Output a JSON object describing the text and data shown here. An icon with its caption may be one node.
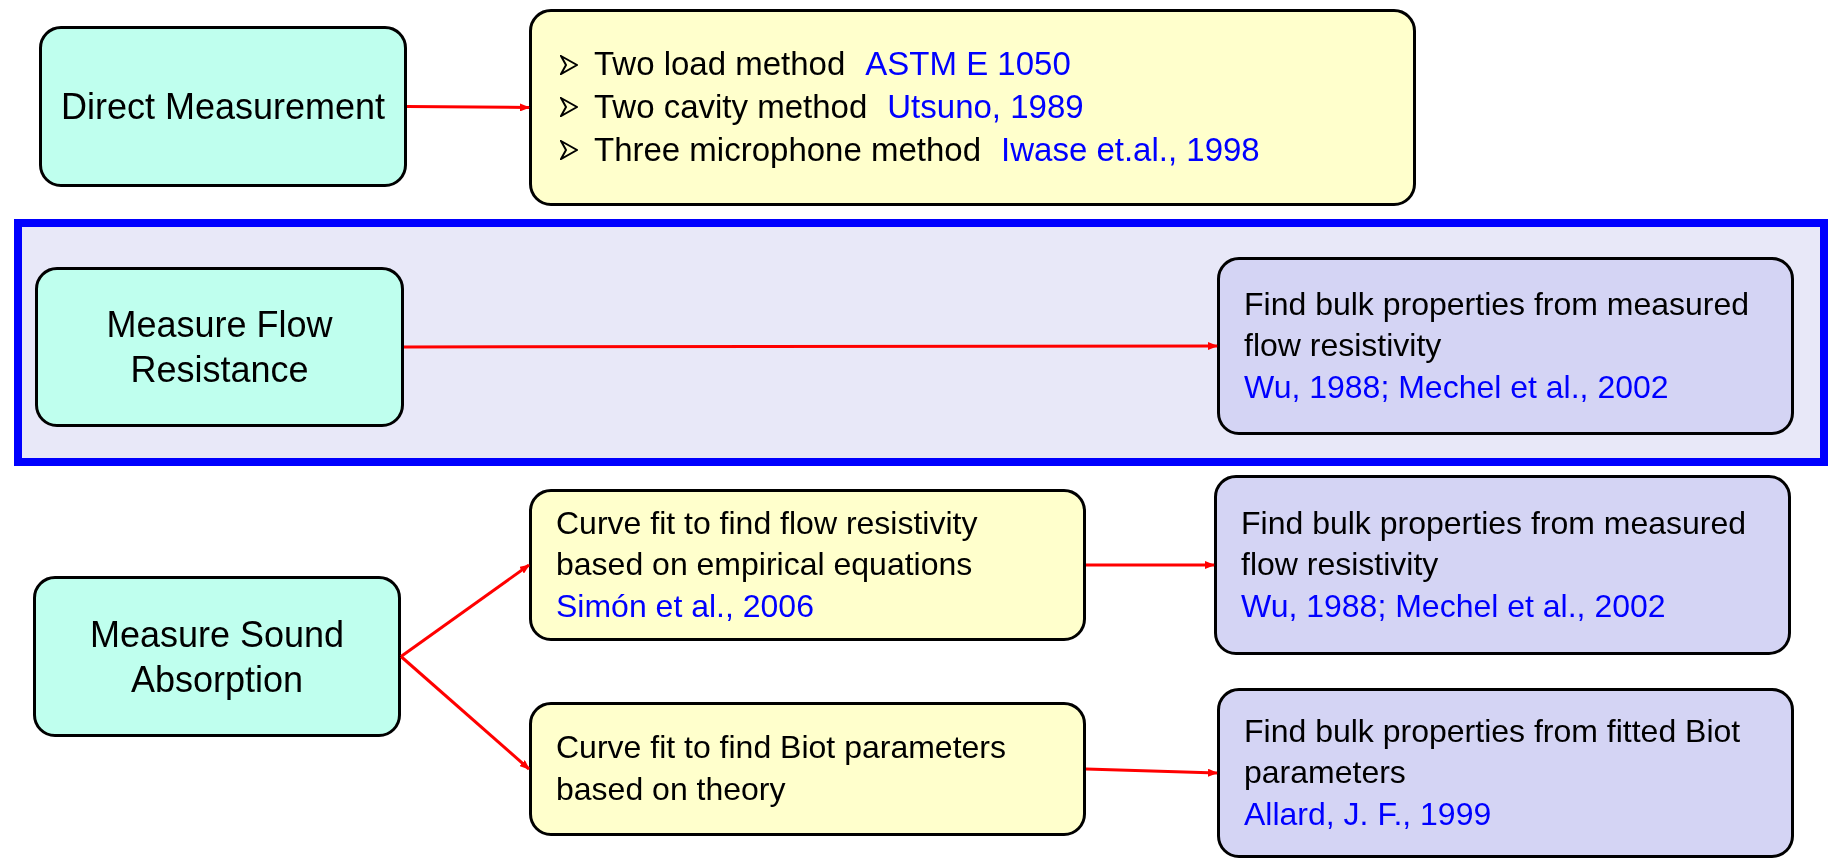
{
  "diagram": {
    "nodes": [
      {
        "text": [
          "Direct Measurement"
        ]
      },
      {
        "text": [
          "Two load method",
          "ASTM E 1050",
          "Two cavity method",
          "Utsuno, 1989",
          "Three microphone method",
          "Iwase et.al., 1998"
        ]
      },
      {
        "text": [],
        "shape": "box"
      },
      {
        "text": [
          "Measure Flow Resistance"
        ],
        "in": 2
      },
      {
        "text": [
          "Find bulk properties from measured flow resistivity",
          "Wu, 1988; Mechel et al., 2002"
        ],
        "in": 2
      },
      {
        "text": [
          "Measure Sound Absorption"
        ]
      },
      {
        "text": [
          "Curve fit to find flow resistivity based on empirical equations",
          "Simón et al., 2006"
        ]
      },
      {
        "text": [
          "Find bulk properties from measured flow resistivity",
          "Wu, 1988; Mechel et al., 2002"
        ]
      },
      {
        "text": [
          "Curve fit to find Biot parameters based on theory"
        ]
      },
      {
        "text": [
          "Find bulk properties from fitted Biot parameters",
          "Allard, J. F., 1999"
        ]
      }
    ],
    "edges": [
      {
        "from": 0,
        "to": 1,
        "arrow": "to"
      },
      {
        "from": 3,
        "to": 4,
        "arrow": "to"
      },
      {
        "from": 5,
        "to": 6,
        "arrow": "to"
      },
      {
        "from": 5,
        "to": 8,
        "arrow": "to"
      },
      {
        "from": 6,
        "to": 7,
        "arrow": "to"
      },
      {
        "from": 8,
        "to": 9,
        "arrow": "to"
      }
    ]
  }
}
